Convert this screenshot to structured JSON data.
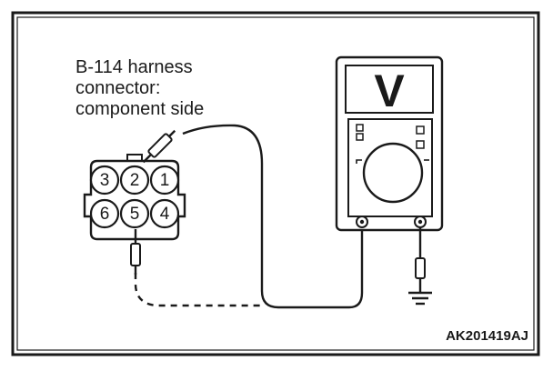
{
  "connector": {
    "label_lines": [
      "B-114 harness",
      "connector:",
      "component side"
    ],
    "pins_top": [
      "3",
      "2",
      "1"
    ],
    "pins_bottom": [
      "6",
      "5",
      "4"
    ]
  },
  "meter": {
    "unit_symbol": "V"
  },
  "figure_id": "AK201419AJ"
}
